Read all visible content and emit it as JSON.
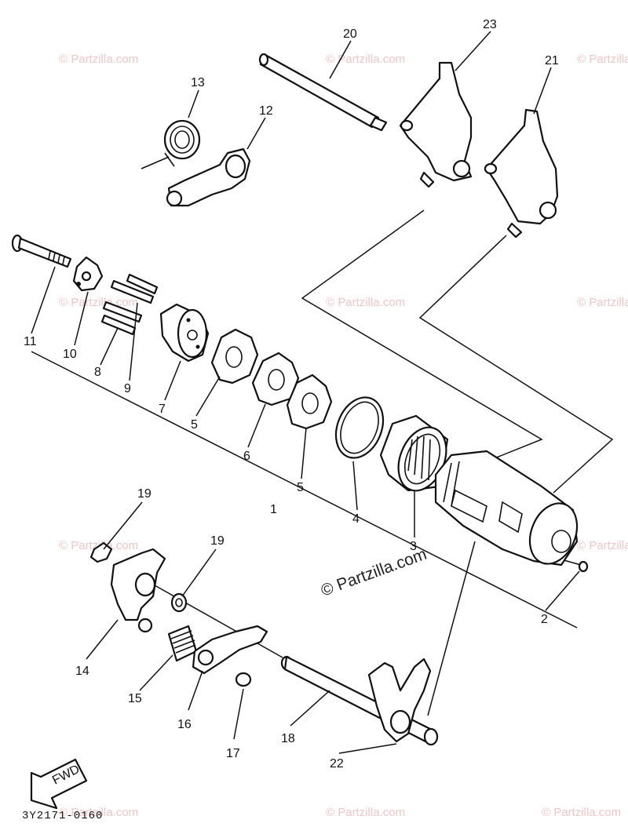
{
  "callouts": [
    {
      "id": "20",
      "label": "20"
    },
    {
      "id": "23",
      "label": "23"
    },
    {
      "id": "21",
      "label": "21"
    },
    {
      "id": "13",
      "label": "13"
    },
    {
      "id": "12",
      "label": "12"
    },
    {
      "id": "11",
      "label": "11"
    },
    {
      "id": "10",
      "label": "10"
    },
    {
      "id": "8",
      "label": "8"
    },
    {
      "id": "9",
      "label": "9"
    },
    {
      "id": "7",
      "label": "7"
    },
    {
      "id": "5a",
      "label": "5"
    },
    {
      "id": "6",
      "label": "6"
    },
    {
      "id": "5b",
      "label": "5"
    },
    {
      "id": "1",
      "label": "1"
    },
    {
      "id": "4",
      "label": "4"
    },
    {
      "id": "3",
      "label": "3"
    },
    {
      "id": "2",
      "label": "2"
    },
    {
      "id": "19a",
      "label": "19"
    },
    {
      "id": "19b",
      "label": "19"
    },
    {
      "id": "14",
      "label": "14"
    },
    {
      "id": "15",
      "label": "15"
    },
    {
      "id": "16",
      "label": "16"
    },
    {
      "id": "17",
      "label": "17"
    },
    {
      "id": "18",
      "label": "18"
    },
    {
      "id": "22",
      "label": "22"
    }
  ],
  "watermark_text": "© Partzilla.com",
  "center_watermark": "© Partzilla.com",
  "direction_label": "FWD",
  "diagram_code": "3Y2171-0160"
}
